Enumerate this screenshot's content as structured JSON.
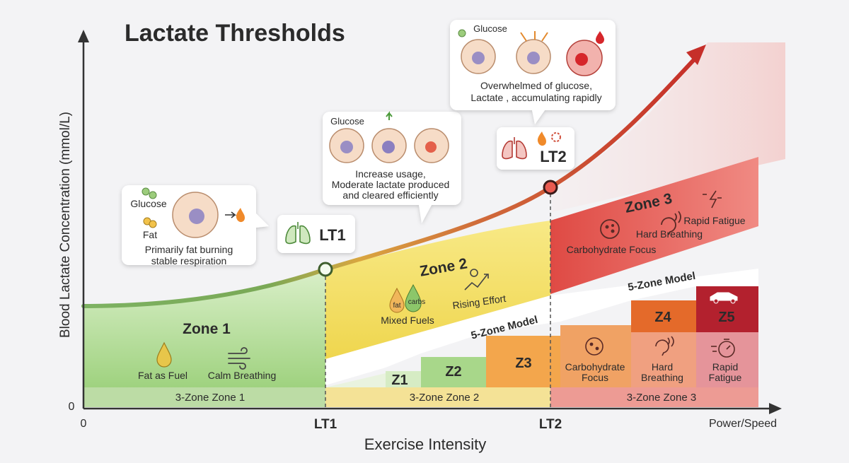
{
  "title": "Lactate Thresholds",
  "axes": {
    "y_label": "Blood Lactate Concentration (mmol/L)",
    "x_label": "Exercise Intensity",
    "y_zero": "0",
    "x_zero": "0",
    "x_ticks": [
      "LT1",
      "LT2",
      "Power/Speed"
    ]
  },
  "markers": {
    "lt1": "LT1",
    "lt2": "LT2"
  },
  "zones3": {
    "zone1": {
      "title": "Zone 1",
      "items": [
        "Fat as Fuel",
        "Calm Breathing"
      ]
    },
    "zone2": {
      "title": "Zone 2",
      "items": [
        "Mixed Fuels",
        "Rising Effort"
      ],
      "fuel_icons": [
        "fat",
        "carbs"
      ]
    },
    "zone3": {
      "title": "Zone 3",
      "items": [
        "Carbohydrate Focus",
        "Hard Breathing",
        "Rapid Fatigue"
      ]
    }
  },
  "zones5": {
    "label": "5-Zone Model",
    "z1": "Z1",
    "z2": "Z2",
    "z3": "Z3",
    "z4": "Z4",
    "z5": "Z5",
    "z3_items": [
      "Carbohydrate Focus",
      "Hard Breathing",
      "Rapid Fatigue"
    ]
  },
  "bottom_bar": [
    "3-Zone Zone 1",
    "3-Zone Zone 2",
    "3-Zone Zone 3"
  ],
  "callouts": {
    "c1": {
      "glucose": "Glucose",
      "fat": "Fat",
      "text": [
        "Primarily fat burning",
        "stable respiration"
      ]
    },
    "c2": {
      "glucose": "Glucose",
      "text": [
        "Increase usage,",
        "Moderate lactate produced",
        "and cleared efficiently"
      ]
    },
    "c3": {
      "glucose": "Glucose",
      "text": [
        "Overwhelmed of glucose,",
        "Lactate , accumulating rapidly"
      ]
    }
  },
  "colors": {
    "zone1": "#9fd27f",
    "zone2": "#f1dc5a",
    "zone3": "#e0443f",
    "z3_orange": "#f2a24a",
    "z4": "#e46a2a",
    "z5": "#b3212e",
    "curve_green": "#6aa84f",
    "curve_red": "#c62f2a"
  }
}
